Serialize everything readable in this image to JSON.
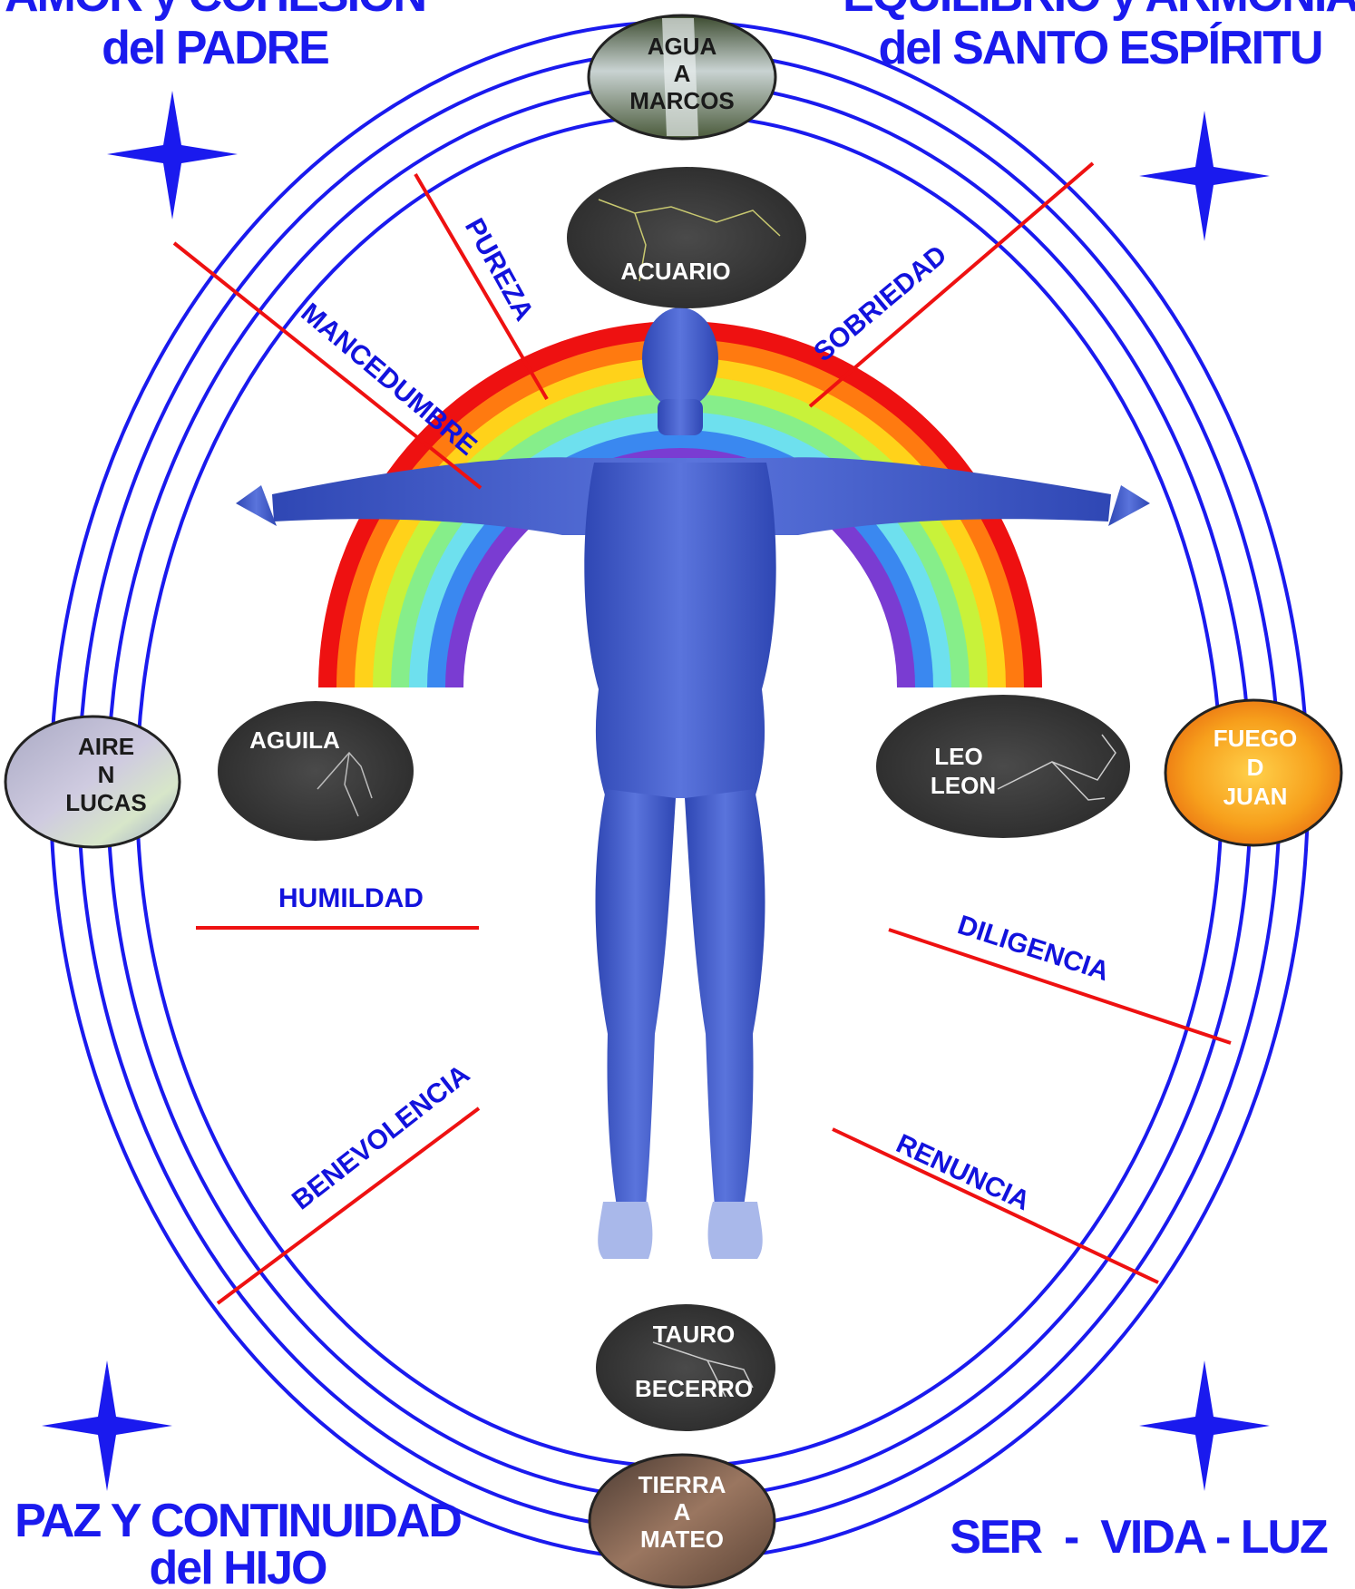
{
  "corners": {
    "top_left": [
      "AMOR y COHESIÓN",
      "del PADRE"
    ],
    "top_right": [
      "EQUILIBRIO y ARMONÍA",
      "del SANTO ESPÍRITU"
    ],
    "bottom_left": [
      "PAZ Y CONTINUIDAD",
      "del HIJO"
    ],
    "bottom_right": "SER  -  VIDA - LUZ"
  },
  "elements": {
    "top": [
      "AGUA",
      "A",
      "MARCOS"
    ],
    "left": [
      "AIRE",
      "N",
      "LUCAS"
    ],
    "right": [
      "FUEGO",
      "D",
      "JUAN"
    ],
    "bottom": [
      "TIERRA",
      "A",
      "MATEO"
    ]
  },
  "constellations": {
    "acuario": "ACUARIO",
    "aguila": "AGUILA",
    "leo": [
      "LEO",
      "LEON"
    ],
    "tauro": [
      "TAURO",
      "BECERRO"
    ]
  },
  "virtues": {
    "pureza": "PUREZA",
    "mancedumbre": "MANCEDUMBRE",
    "sobriedad": "SOBRIEDAD",
    "humildad": "HUMILDAD",
    "diligencia": "DILIGENCIA",
    "benevolencia": "BENEVOLENCIA",
    "renuncia": "RENUNCIA"
  },
  "colors": {
    "ring": "#1a1aee",
    "virtue_line": "#ee1111",
    "star": "#1a1aee",
    "figure": "#3f57c8",
    "rainbow": [
      "#ee1111",
      "#ff7a10",
      "#ffd21a",
      "#c8f23a",
      "#86ee8a",
      "#6ee0ee",
      "#3a88f0",
      "#7a3cd2"
    ]
  }
}
